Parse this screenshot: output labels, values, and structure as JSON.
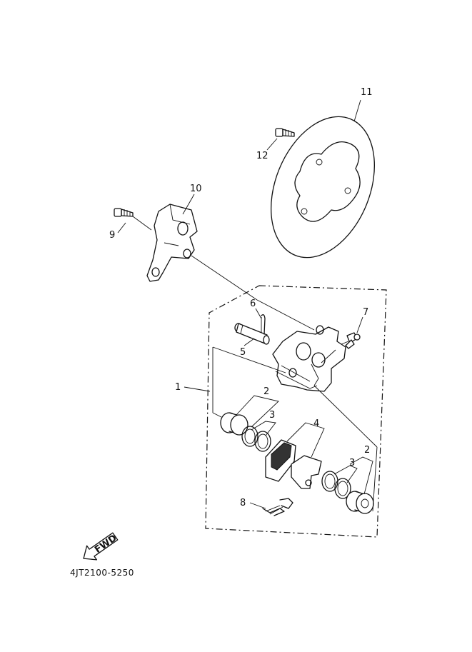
{
  "diagram": {
    "callouts": {
      "c1": "1",
      "c2a": "2",
      "c2b": "2",
      "c3a": "3",
      "c3b": "3",
      "c4": "4",
      "c5": "5",
      "c6": "6",
      "c7": "7",
      "c8": "8",
      "c9": "9",
      "c10": "10",
      "c11": "11",
      "c12": "12"
    },
    "fwd_label": "FWD",
    "diagram_code": "4JT2100-5250"
  }
}
